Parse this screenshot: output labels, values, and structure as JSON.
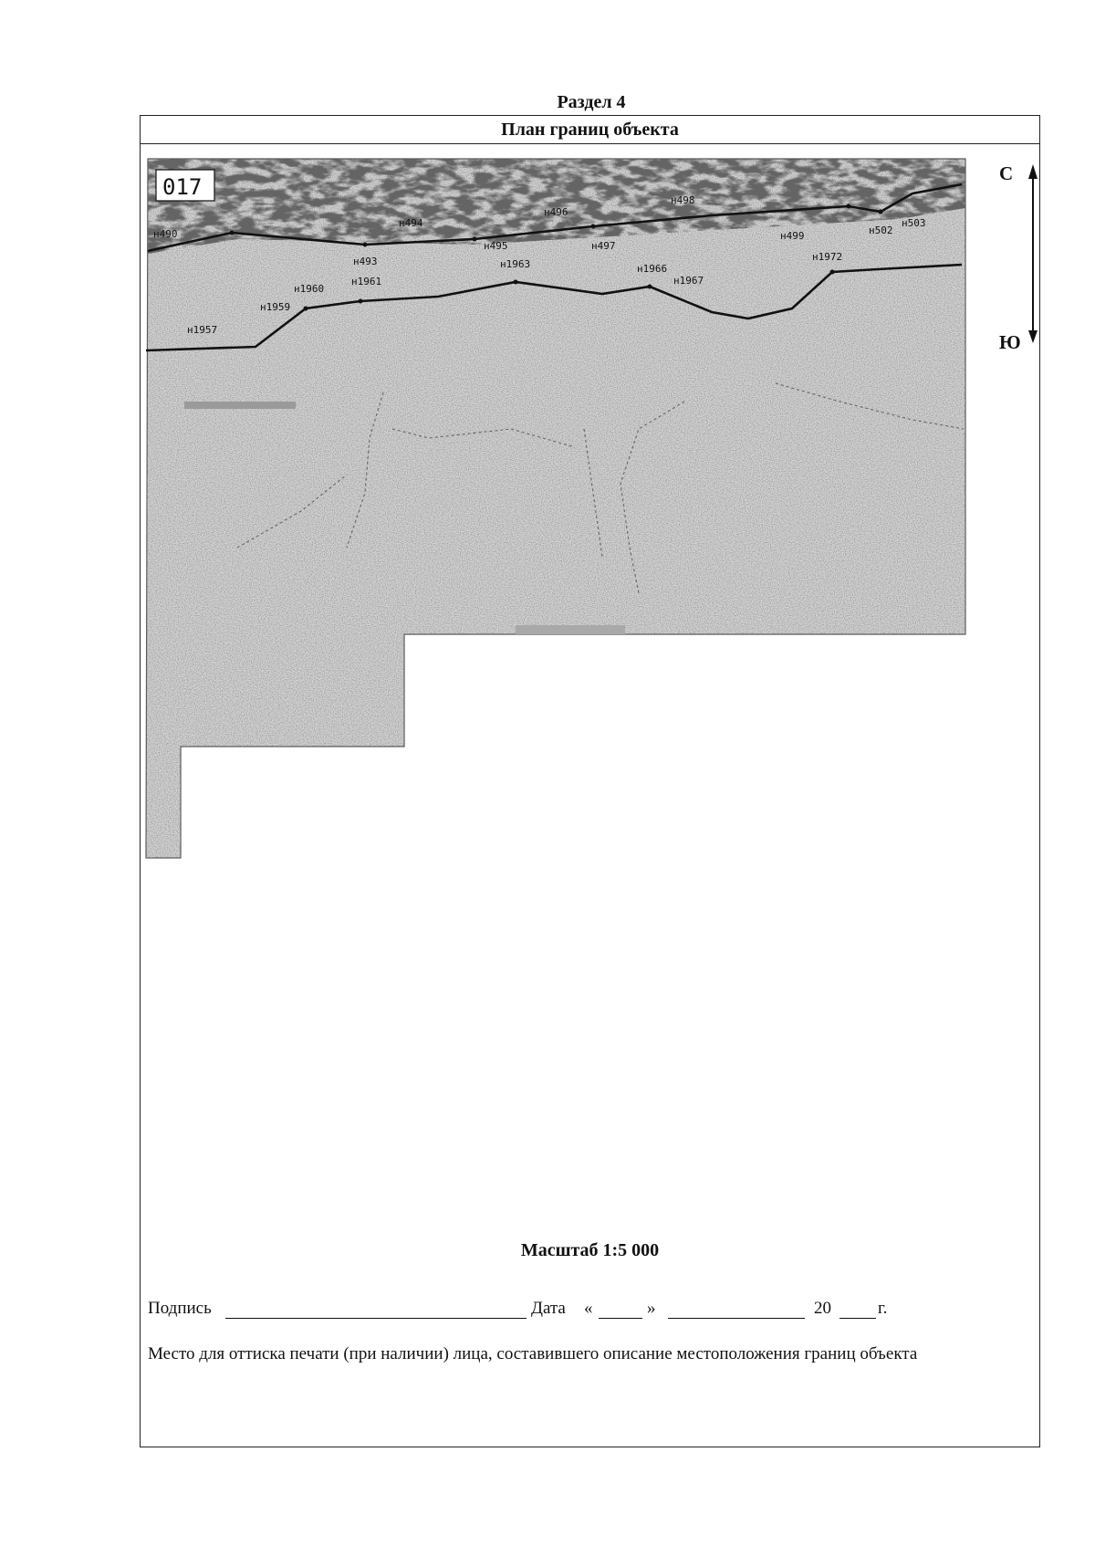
{
  "section": "Раздел 4",
  "header": "План границ объекта",
  "map": {
    "sheet_label": "017",
    "north": "С",
    "south": "Ю",
    "points": [
      "н490",
      "н494",
      "н496",
      "н498",
      "н493",
      "н495",
      "н497",
      "н499",
      "н502",
      "н503",
      "н1963",
      "н1966",
      "н1967",
      "н1972",
      "н1960",
      "н1961",
      "н1959",
      "н1957"
    ]
  },
  "scale": "Масштаб 1:5 000",
  "signature": {
    "sign_label": "Подпись",
    "date_label": "Дата",
    "quote_open": "«",
    "quote_close": "»",
    "year_prefix": "20",
    "year_suffix": "г."
  },
  "stamp_note": "Место для оттиска печати (при наличии) лица, составившего описание местоположения границ объекта"
}
